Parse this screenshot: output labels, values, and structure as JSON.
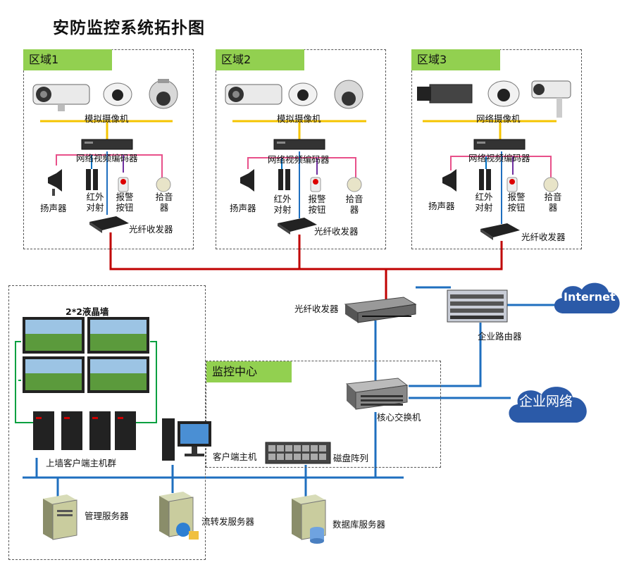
{
  "title": "安防监控系统拓扑图",
  "zones": [
    {
      "tag": "区域1",
      "camera_label": "模拟摄像机",
      "encoder_label": "网络视频编码器",
      "speaker": "扬声器",
      "infrared": "红外\n对射",
      "alarm": "报警\n按钮",
      "pickup": "拾音\n器",
      "transceiver": "光纤收发器"
    },
    {
      "tag": "区域2",
      "camera_label": "模拟摄像机",
      "encoder_label": "网络视频编码器",
      "speaker": "扬声器",
      "infrared": "红外\n对射",
      "alarm": "报警\n按钮",
      "pickup": "拾音\n器",
      "transceiver": "光纤收发器"
    },
    {
      "tag": "区域3",
      "camera_label": "网络摄像机",
      "encoder_label": "网络视频编码器",
      "speaker": "扬声器",
      "infrared": "红外\n对射",
      "alarm": "报警\n按钮",
      "pickup": "拾音\n器",
      "transceiver": "光纤收发器"
    }
  ],
  "center": {
    "tag": "监控中心",
    "video_wall": "2*2液晶墙",
    "client_cluster": "上墙客户端主机群",
    "client_host": "客户端主机",
    "disk_array": "磁盘阵列",
    "core_switch": "核心交换机",
    "fiber_transceiver": "光纤收发器",
    "router": "企业路由器",
    "mgmt_server": "管理服务器",
    "forward_server": "流转发服务器",
    "db_server": "数据库服务器"
  },
  "clouds": {
    "internet": "Internet",
    "enterprise": "企业网络"
  },
  "colors": {
    "zone_tag": "#92d050",
    "red_wire": "#c00000",
    "blue_wire": "#1f6fbf",
    "yellow_wire": "#f5c400",
    "green_wire": "#00a040",
    "cloud": "#2b5aa8"
  }
}
